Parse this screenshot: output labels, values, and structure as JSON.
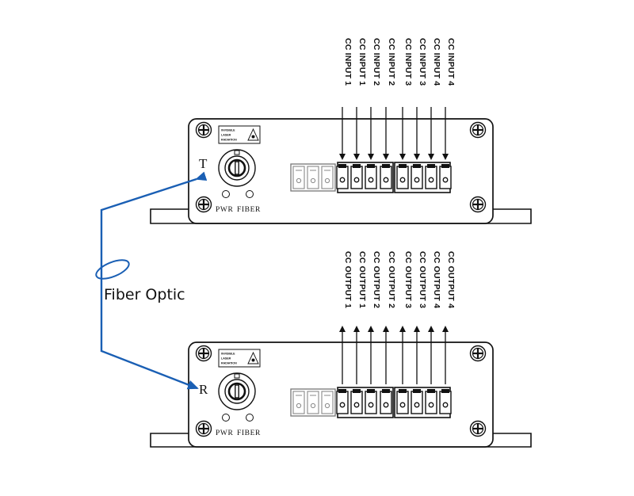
{
  "fiber_label": "Fiber Optic",
  "fiber_color": "#1a5fb4",
  "units": [
    {
      "id": "transmitter",
      "letter": "T",
      "pwr_label": "PWR",
      "fiber_label": "FIBER",
      "warning": [
        "INVISIBLE",
        "LASER",
        "RADIATION"
      ],
      "arrow_direction": "down",
      "channels": [
        "CC INPUT 1",
        "CC INPUT 1",
        "CC INPUT 2",
        "CC INPUT 2",
        "CC INPUT 3",
        "CC INPUT 3",
        "CC INPUT 4",
        "CC INPUT 4"
      ]
    },
    {
      "id": "receiver",
      "letter": "R",
      "pwr_label": "PWR",
      "fiber_label": "FIBER",
      "warning": [
        "INVISIBLE",
        "LASER",
        "RADIATION"
      ],
      "arrow_direction": "up",
      "channels": [
        "CC OUTPUT 1",
        "CC OUTPUT 1",
        "CC OUTPUT 2",
        "CC OUTPUT 2",
        "CC OUTPUT 3",
        "CC OUTPUT 3",
        "CC OUTPUT 4",
        "CC OUTPUT 4"
      ]
    }
  ]
}
